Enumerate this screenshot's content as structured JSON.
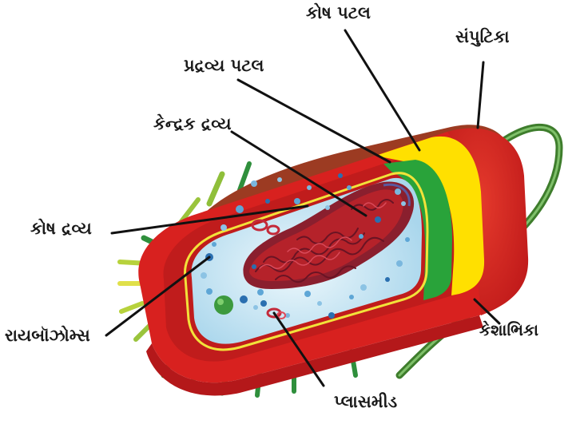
{
  "labels": {
    "cell_wall": "કોષ પટલ",
    "capsule": "સંપુટિકા",
    "plasma_membrane": "પ્રદ્રવ્ય પટલ",
    "nucleoid": "કેન્દ્રક દ્રવ્ય",
    "cytoplasm": "કોષ દ્રવ્ય",
    "ribosomes": "રાયબૉઝોમ્સ",
    "flagellum": "કેશાભિકા",
    "plasmid": "પ્લાસમીડ"
  },
  "colors": {
    "capsule": "#d8211f",
    "capsule_dark": "#b4181a",
    "capsule_top": "#9c3b22",
    "cell_wall": "#ffe000",
    "plasma_membrane": "#29a33a",
    "cytoplasm": "#c9e7f4",
    "nucleoid": "#b5222a",
    "flagellum": "#3e7d2c",
    "pili": "#2f8f3c",
    "ribosome": "#2a6fb0",
    "leader_line": "#111111"
  }
}
